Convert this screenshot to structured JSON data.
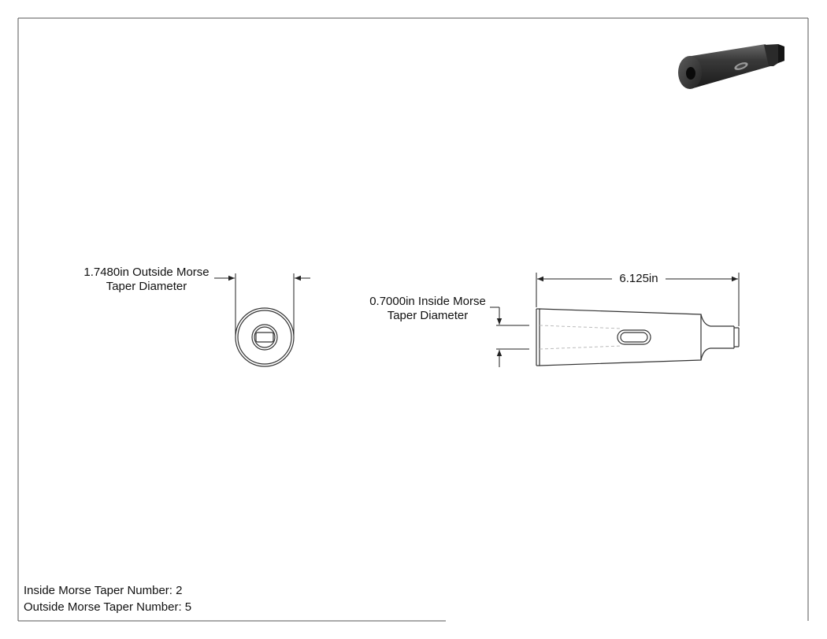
{
  "dimensions": {
    "outside_diameter": {
      "line1": "1.7480in Outside Morse",
      "line2": "Taper Diameter"
    },
    "inside_diameter": {
      "line1": "0.7000in Inside Morse",
      "line2": "Taper Diameter"
    },
    "length": "6.125in"
  },
  "notes": {
    "inside_taper": "Inside Morse Taper Number: 2",
    "outside_taper": "Outside Morse Taper Number: 5"
  },
  "colors": {
    "line": "#333333",
    "hidden_line": "#bbbbbb",
    "part_dark": "#2b2b2b"
  }
}
